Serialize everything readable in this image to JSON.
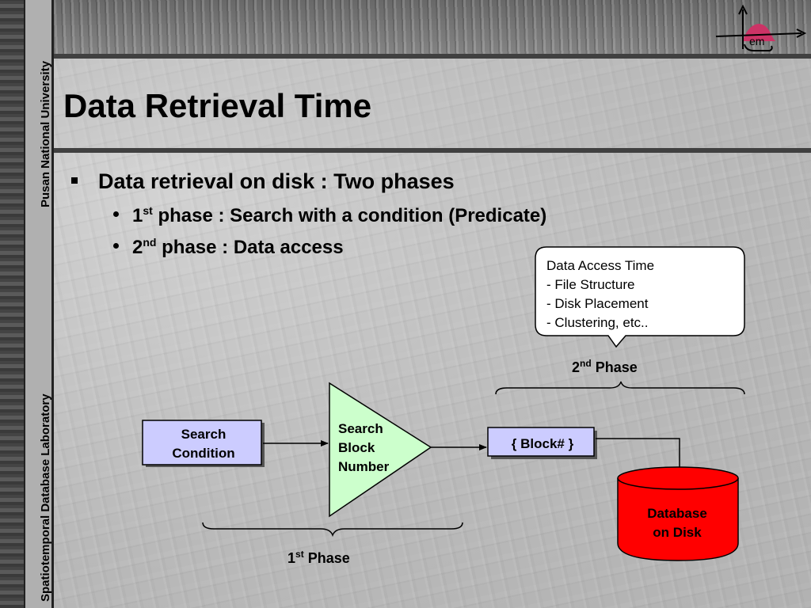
{
  "sidebar": {
    "university": "Pusan National University",
    "laboratory": "Spatiotemporal Database Laboratory"
  },
  "logo": {
    "text": "em"
  },
  "title": "Data Retrieval Time",
  "bullets": {
    "main": "Data retrieval on disk : Two phases",
    "phase1": {
      "ordinal": "1",
      "suffix": "st",
      "text": " phase : Search with a condition (Predicate)"
    },
    "phase2": {
      "ordinal": "2",
      "suffix": "nd",
      "text": " phase : Data access"
    }
  },
  "callout": {
    "lines": [
      "Data Access Time",
      "- File Structure",
      "- Disk Placement",
      "- Clustering, etc.."
    ]
  },
  "diagram": {
    "search_condition": {
      "line1": "Search",
      "line2": "Condition"
    },
    "search_block": {
      "line1": "Search",
      "line2": "Block",
      "line3": "Number"
    },
    "block": "{ Block# }",
    "database": {
      "line1": "Database",
      "line2": "on Disk"
    },
    "phase2": {
      "ordinal": "2",
      "suffix": "nd",
      "text": " Phase"
    },
    "phase1": {
      "ordinal": "1",
      "suffix": "st",
      "text": " Phase"
    }
  },
  "colors": {
    "box_fill": "#ccccff",
    "triangle_fill": "#ccffcc",
    "database_fill": "#ff0000",
    "logo_accent": "#cc3366"
  }
}
